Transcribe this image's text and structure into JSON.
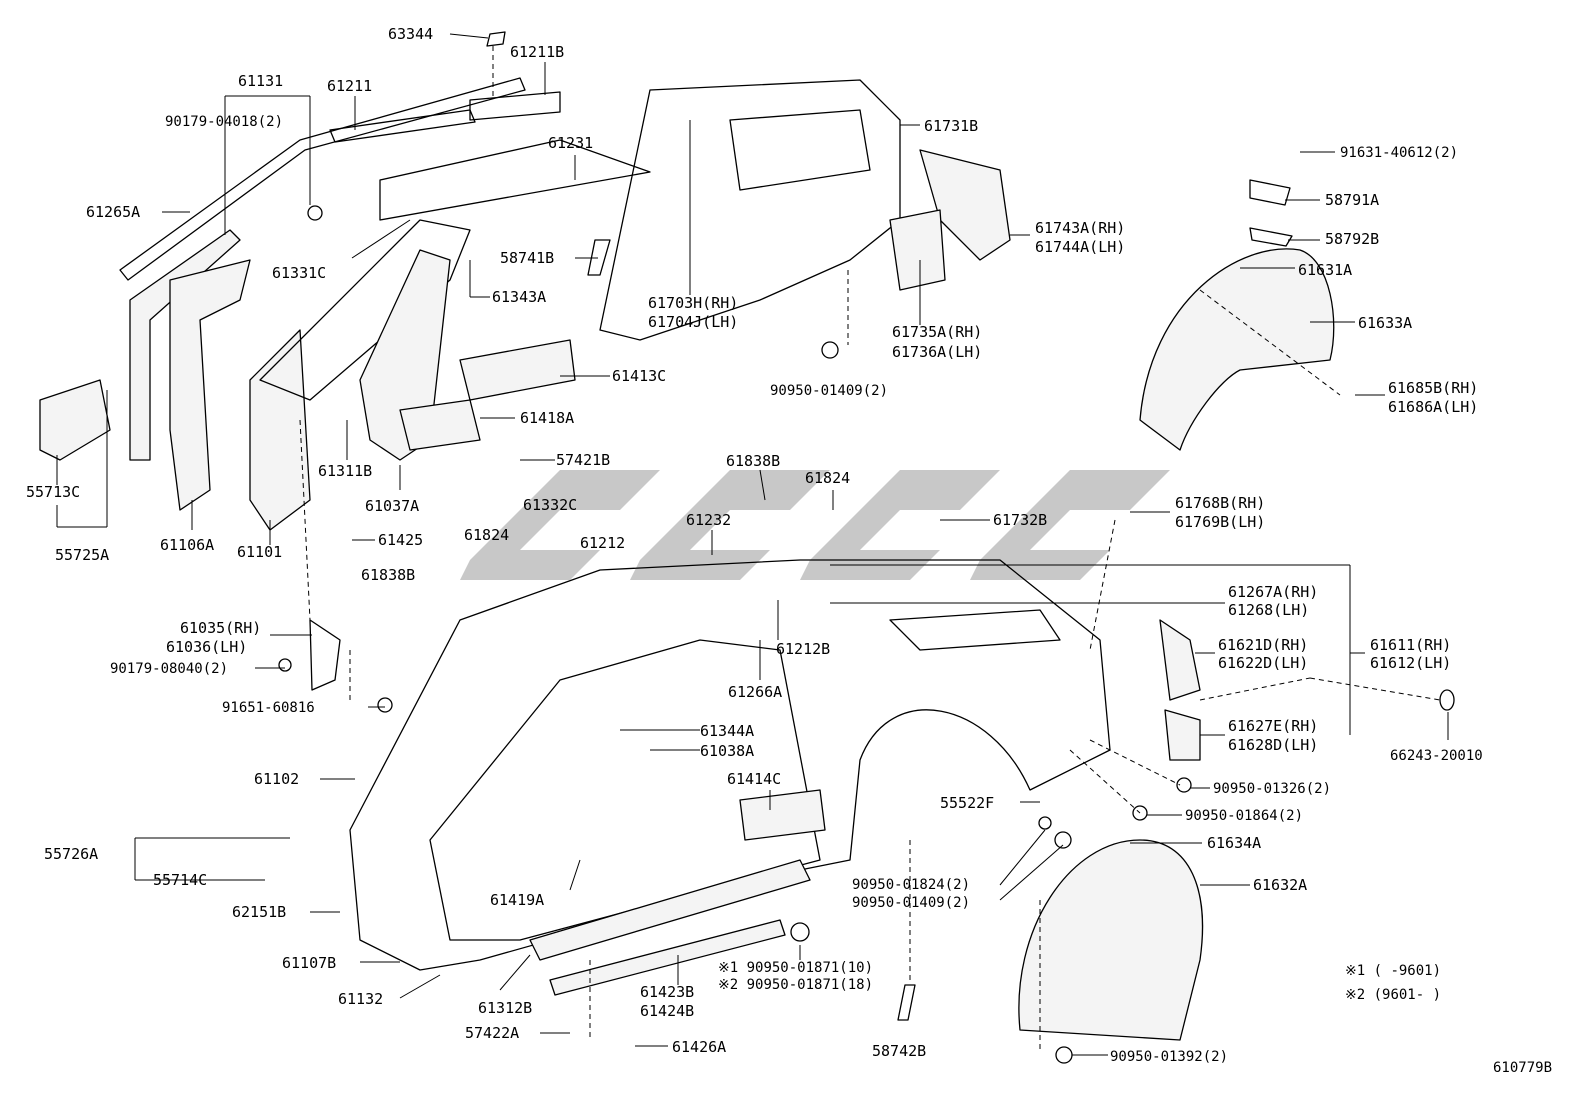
{
  "diagram": {
    "drawing_id": "610779B",
    "notes": [
      "※1 (    -9601)",
      "※2 (9601-    )"
    ],
    "labels": [
      {
        "id": "l1",
        "text": "63344"
      },
      {
        "id": "l2",
        "text": "61211B"
      },
      {
        "id": "l3",
        "text": "61131"
      },
      {
        "id": "l4",
        "text": "61211"
      },
      {
        "id": "l5",
        "text": "90179-04018(2)"
      },
      {
        "id": "l6",
        "text": "61231"
      },
      {
        "id": "l7",
        "text": "61265A"
      },
      {
        "id": "l8",
        "text": "61331C"
      },
      {
        "id": "l9",
        "text": "58741B"
      },
      {
        "id": "l10",
        "text": "61343A"
      },
      {
        "id": "l11",
        "text": "61413C"
      },
      {
        "id": "l12",
        "text": "61418A"
      },
      {
        "id": "l13",
        "text": "61311B"
      },
      {
        "id": "l14",
        "text": "57421B"
      },
      {
        "id": "l15",
        "text": "61037A"
      },
      {
        "id": "l16",
        "text": "55713C"
      },
      {
        "id": "l17",
        "text": "61106A"
      },
      {
        "id": "l18",
        "text": "55725A"
      },
      {
        "id": "l19",
        "text": "61101"
      },
      {
        "id": "l20",
        "text": "61425"
      },
      {
        "id": "l21",
        "text": "61838B"
      },
      {
        "id": "l22",
        "text": "61824"
      },
      {
        "id": "l23",
        "text": "61332C"
      },
      {
        "id": "l24",
        "text": "61212"
      },
      {
        "id": "l25",
        "text": "61035(RH)"
      },
      {
        "id": "l26",
        "text": "61036(LH)"
      },
      {
        "id": "l27",
        "text": "90179-08040(2)"
      },
      {
        "id": "l28",
        "text": "91651-60816"
      },
      {
        "id": "l29",
        "text": "61731B"
      },
      {
        "id": "l30",
        "text": "61743A(RH)"
      },
      {
        "id": "l31",
        "text": "61744A(LH)"
      },
      {
        "id": "l32",
        "text": "61703H(RH)"
      },
      {
        "id": "l33",
        "text": "61704J(LH)"
      },
      {
        "id": "l34",
        "text": "61735A(RH)"
      },
      {
        "id": "l35",
        "text": "61736A(LH)"
      },
      {
        "id": "l36",
        "text": "90950-01409(2)"
      },
      {
        "id": "l37",
        "text": "91631-40612(2)"
      },
      {
        "id": "l38",
        "text": "58791A"
      },
      {
        "id": "l39",
        "text": "58792B"
      },
      {
        "id": "l40",
        "text": "61631A"
      },
      {
        "id": "l41",
        "text": "61633A"
      },
      {
        "id": "l42",
        "text": "61685B(RH)"
      },
      {
        "id": "l43",
        "text": "61686A(LH)"
      },
      {
        "id": "l44",
        "text": "61838B"
      },
      {
        "id": "l45",
        "text": "61824"
      },
      {
        "id": "l46",
        "text": "61232"
      },
      {
        "id": "l47",
        "text": "61732B"
      },
      {
        "id": "l48",
        "text": "61768B(RH)"
      },
      {
        "id": "l49",
        "text": "61769B(LH)"
      },
      {
        "id": "l50",
        "text": "61267A(RH)"
      },
      {
        "id": "l51",
        "text": "61268(LH)"
      },
      {
        "id": "l52",
        "text": "61212B"
      },
      {
        "id": "l53",
        "text": "61266A"
      },
      {
        "id": "l54",
        "text": "61621D(RH)"
      },
      {
        "id": "l55",
        "text": "61622D(LH)"
      },
      {
        "id": "l56",
        "text": "61611(RH)"
      },
      {
        "id": "l57",
        "text": "61612(LH)"
      },
      {
        "id": "l58",
        "text": "61627E(RH)"
      },
      {
        "id": "l59",
        "text": "61628D(LH)"
      },
      {
        "id": "l60",
        "text": "66243-20010"
      },
      {
        "id": "l61",
        "text": "61344A"
      },
      {
        "id": "l62",
        "text": "61038A"
      },
      {
        "id": "l63",
        "text": "61414C"
      },
      {
        "id": "l64",
        "text": "61102"
      },
      {
        "id": "l65",
        "text": "90950-01326(2)"
      },
      {
        "id": "l66",
        "text": "55522F"
      },
      {
        "id": "l67",
        "text": "90950-01864(2)"
      },
      {
        "id": "l68",
        "text": "61634A"
      },
      {
        "id": "l69",
        "text": "55726A"
      },
      {
        "id": "l70",
        "text": "55714C"
      },
      {
        "id": "l71",
        "text": "61419A"
      },
      {
        "id": "l72",
        "text": "90950-01824(2)"
      },
      {
        "id": "l73",
        "text": "90950-01409(2)"
      },
      {
        "id": "l74",
        "text": "61632A"
      },
      {
        "id": "l75",
        "text": "62151B"
      },
      {
        "id": "l76",
        "text": "※1 90950-01871(10)"
      },
      {
        "id": "l77",
        "text": "※2 90950-01871(18)"
      },
      {
        "id": "l78",
        "text": "61107B"
      },
      {
        "id": "l79",
        "text": "61132"
      },
      {
        "id": "l80",
        "text": "61312B"
      },
      {
        "id": "l81",
        "text": "61423B"
      },
      {
        "id": "l82",
        "text": "61424B"
      },
      {
        "id": "l83",
        "text": "57422A"
      },
      {
        "id": "l84",
        "text": "61426A"
      },
      {
        "id": "l85",
        "text": "58742B"
      },
      {
        "id": "l86",
        "text": "90950-01392(2)"
      }
    ]
  }
}
